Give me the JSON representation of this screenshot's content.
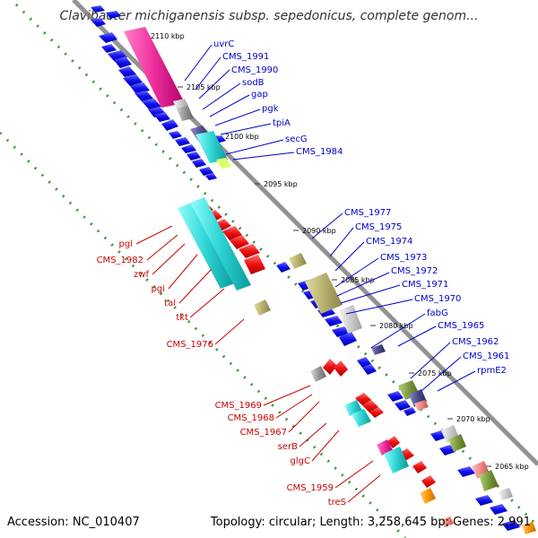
{
  "title": "Clavibacter michiganensis subsp. sepedonicus, complete genom...",
  "footer": {
    "accession": "Accession: NC_010407",
    "topology": "Topology: circular; Length: 3,258,645 bp; Genes: 2,991"
  },
  "scale_labels": [
    "2110 kbp",
    "2105 kbp",
    "2100 kbp",
    "2095 kbp",
    "2090 kbp",
    "2085 kbp",
    "2080 kbp",
    "2075 kbp",
    "2070 kbp",
    "2065 kbp"
  ],
  "forward_genes": [
    "uvrC",
    "CMS_1991",
    "CMS_1990",
    "sodB",
    "gap",
    "pgk",
    "tpiA",
    "secG",
    "CMS_1984",
    "CMS_1977",
    "CMS_1975",
    "CMS_1974",
    "CMS_1973",
    "CMS_1972",
    "CMS_1971",
    "CMS_1970",
    "fabG",
    "CMS_1965",
    "CMS_1962",
    "CMS_1961",
    "rpmE2"
  ],
  "reverse_genes": [
    "pgl",
    "CMS_1982",
    "zwf",
    "pgi",
    "tal",
    "tkt",
    "CMS_1976",
    "CMS_1969",
    "CMS_1968",
    "CMS_1967",
    "serB",
    "glgC",
    "CMS_1959",
    "treS"
  ],
  "colors": {
    "forward_label": "#0000cc",
    "reverse_label": "#cc0000",
    "backbone": "#888888",
    "cds_forward": "#0000ee",
    "cds_reverse": "#ee0000",
    "cog_magenta": "#ee2e9c",
    "cog_cyan": "#2ed3d3",
    "cog_olive": "#b8b070",
    "cog_grey": "#999999",
    "cog_green": "#7a9a3a",
    "cog_yellow": "#ddff66",
    "cog_pink": "#ee8888",
    "cog_orange": "#ff9900",
    "tick_green": "#339933"
  }
}
